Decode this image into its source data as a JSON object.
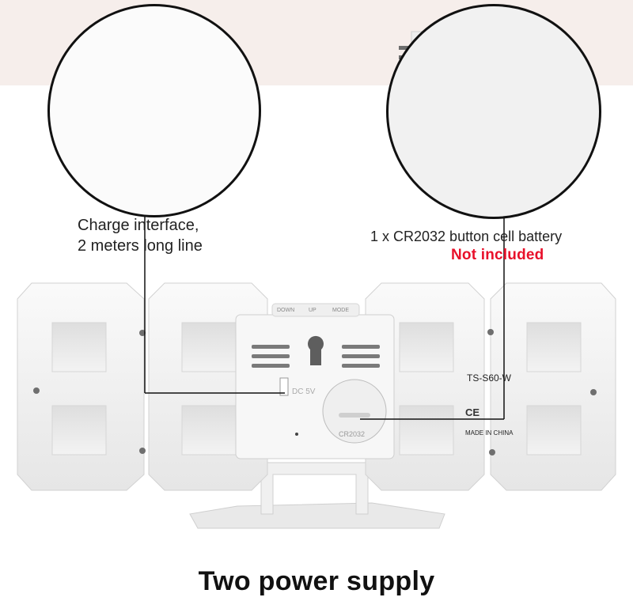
{
  "callouts": {
    "charge_line1": "Charge interface,",
    "charge_line2": "2 meters long line",
    "battery": "1 x CR2032 button cell battery",
    "not_included": "Not included"
  },
  "product": {
    "model": "TS-S60-W",
    "made_in": "MADE IN CHINA",
    "dc_label": "DC 5V",
    "battery_marking": "CR2032",
    "button_labels": [
      "DOWN",
      "UP",
      "MODE"
    ],
    "cert_marks": "CE"
  },
  "footer": {
    "title": "Two power supply"
  },
  "colors": {
    "warning_red": "#e8102a",
    "plastic_white": "#f4f4f4",
    "leader_line": "#111111",
    "top_band": "#f6eeeb"
  }
}
